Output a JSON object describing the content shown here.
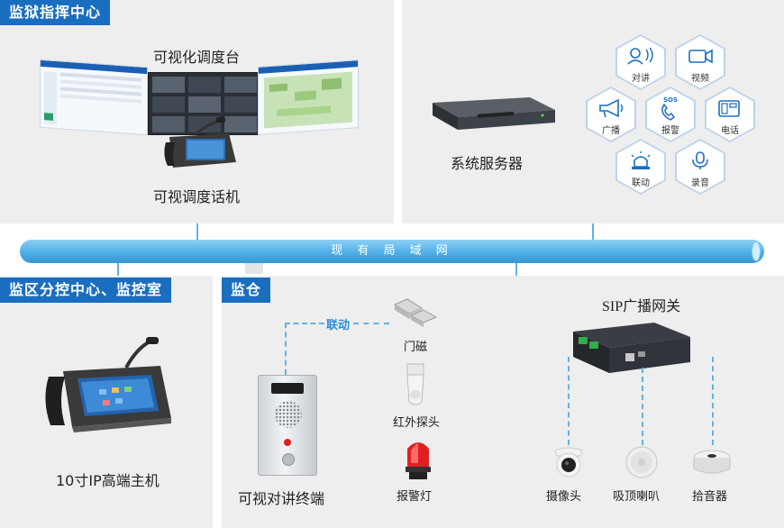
{
  "network": {
    "label": "现 有 局 域 网"
  },
  "command_center": {
    "tag": "监狱指挥中心",
    "console_label": "可视化调度台",
    "phone_label": "可视调度话机"
  },
  "server_panel": {
    "server_label": "系统服务器",
    "features": [
      {
        "label": "对讲",
        "icon": "intercom-icon"
      },
      {
        "label": "视频",
        "icon": "video-camera-icon"
      },
      {
        "label": "广播",
        "icon": "megaphone-icon"
      },
      {
        "label": "报警",
        "icon": "sos-phone-icon",
        "badge": "SOS"
      },
      {
        "label": "电话",
        "icon": "telephone-icon"
      },
      {
        "label": "联动",
        "icon": "beacon-icon"
      },
      {
        "label": "录音",
        "icon": "microphone-icon"
      }
    ]
  },
  "district_center": {
    "tag": "监区分控中心、监控室",
    "host_label": "10寸IP高端主机"
  },
  "cell": {
    "tag": "监仓",
    "link_label": "联动",
    "door_sensor": "门磁",
    "ir_detector": "红外探头",
    "alarm_lamp": "报警灯",
    "terminal_label": "可视对讲终端",
    "gateway_label": "SIP广播网关",
    "camera": "摄像头",
    "speaker": "吸顶喇叭",
    "pickup": "拾音器"
  },
  "colors": {
    "accent": "#1a6ec0",
    "bus": "#4eaee6",
    "panel": "#eeeeee",
    "line": "#5fb2e8",
    "alarm": "#e02020"
  }
}
